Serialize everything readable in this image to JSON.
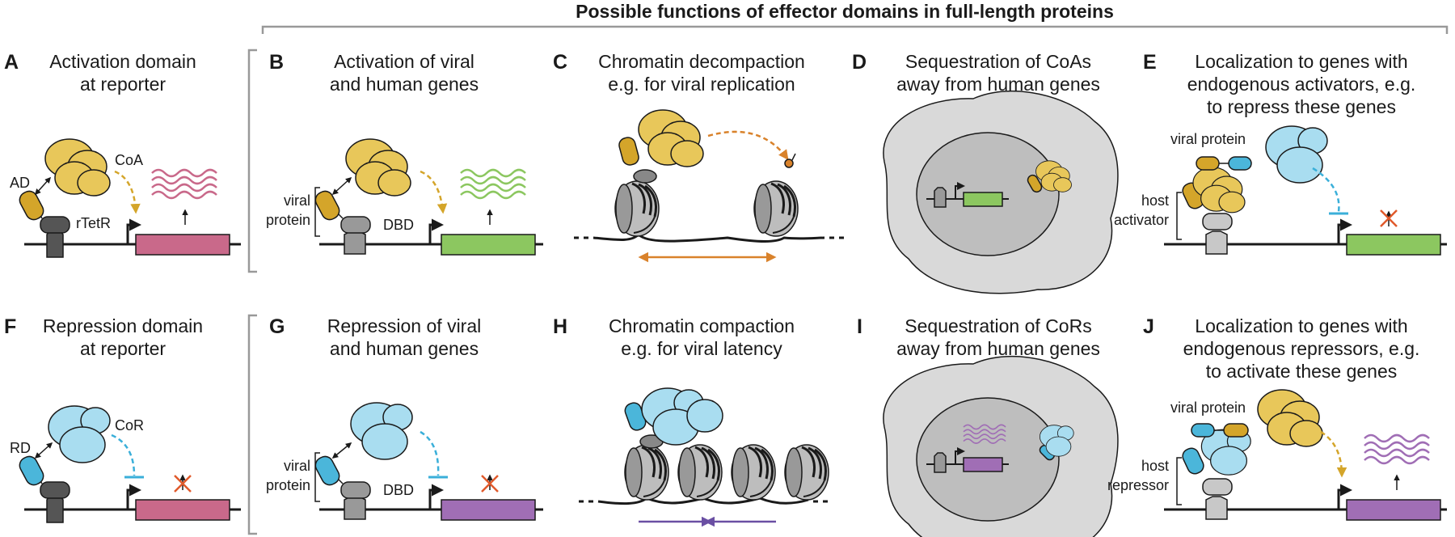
{
  "header": "Possible functions of effector domains in full-length proteins",
  "panels": {
    "A": {
      "letter": "A",
      "title": [
        "Activation domain",
        "at reporter"
      ],
      "labels": {
        "ad": "AD",
        "coa": "CoA",
        "rtetr": "rTetR"
      }
    },
    "B": {
      "letter": "B",
      "title": [
        "Activation of viral",
        "and human genes"
      ],
      "labels": {
        "viral1": "viral",
        "viral2": "protein",
        "dbd": "DBD"
      }
    },
    "C": {
      "letter": "C",
      "title": [
        "Chromatin decompaction",
        "e.g. for viral replication"
      ]
    },
    "D": {
      "letter": "D",
      "title": [
        "Sequestration of CoAs",
        "away from human genes"
      ]
    },
    "E": {
      "letter": "E",
      "title": [
        "Localization to genes with",
        "endogenous activators, e.g.",
        "to repress these genes"
      ],
      "labels": {
        "viral": "viral protein",
        "host1": "host",
        "host2": "activator"
      }
    },
    "F": {
      "letter": "F",
      "title": [
        "Repression domain",
        "at reporter"
      ],
      "labels": {
        "rd": "RD",
        "cor": "CoR"
      }
    },
    "G": {
      "letter": "G",
      "title": [
        "Repression of viral",
        "and human genes"
      ],
      "labels": {
        "viral1": "viral",
        "viral2": "protein",
        "dbd": "DBD"
      }
    },
    "H": {
      "letter": "H",
      "title": [
        "Chromatin compaction",
        "e.g. for viral latency"
      ]
    },
    "I": {
      "letter": "I",
      "title": [
        "Sequestration of CoRs",
        "away from human genes"
      ]
    },
    "J": {
      "letter": "J",
      "title": [
        "Localization to genes with",
        "endogenous repressors, e.g.",
        "to activate these genes"
      ],
      "labels": {
        "viral": "viral protein",
        "host1": "host",
        "host2": "repressor"
      }
    }
  },
  "colors": {
    "activator_yellow": "#E8C75A",
    "domain_gold": "#D4A52A",
    "repressor_blue": "#A9DDF0",
    "domain_blue": "#4BB6DA",
    "reporter_pink": "#C9698A",
    "gene_green": "#8CC760",
    "gene_purple": "#A06EB5",
    "dark_gray": "#555555",
    "mid_gray": "#999999",
    "light_gray": "#C8C8C8",
    "orange_arrow": "#D9822B",
    "blue_inhibit": "#3AAFD9",
    "purple_arrow": "#6A4FA3",
    "red_cross": "#E05A2B"
  }
}
